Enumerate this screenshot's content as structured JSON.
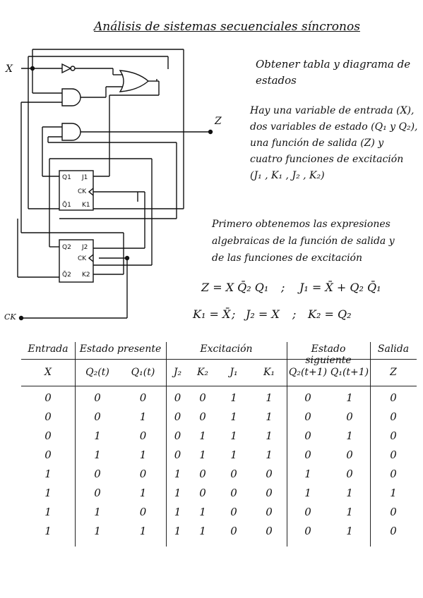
{
  "title": "Análisis de sistemas secuenciales síncronos",
  "intro": [
    "Obtener tabla y diagrama de",
    "estados"
  ],
  "description": [
    "Hay una variable de entrada (X),",
    "dos variables de estado (Q₁ y Q₂),",
    "una función de salida (Z) y",
    "cuatro funciones de excitación",
    "(J₁ , K₁ , J₂ , K₂)"
  ],
  "derivation": [
    "Primero obtenemos las expresiones",
    "algebraicas de la función de salida y",
    "de las funciones de excitación"
  ],
  "equations": {
    "z": "Z = X Q̄₂ Q₁",
    "sep1": ";",
    "j1": "J₁ = X̄ + Q₂ Q̄₁",
    "k1": "K₁ = X̄",
    "sep2": ";",
    "j2": "J₂ = X",
    "sep3": ";",
    "k2": "K₂ = Q₂"
  },
  "circuit": {
    "input_x": "X",
    "output_z": "Z",
    "clock": "CK",
    "ff1": {
      "q": "Q1",
      "qbar": "Q̄1",
      "j": "J1",
      "ck": "CK",
      "k": "K1"
    },
    "ff2": {
      "q": "Q2",
      "qbar": "Q̄2",
      "j": "J2",
      "ck": "CK",
      "k": "K2"
    }
  },
  "table": {
    "groups": [
      "Entrada",
      "Estado presente",
      "Excitación",
      "Estado siguiente",
      "Salida"
    ],
    "columns": [
      "X",
      "Q₂(t)",
      "Q₁(t)",
      "J₂",
      "K₂",
      "J₁",
      "K₁",
      "Q₂(t+1)",
      "Q₁(t+1)",
      "Z"
    ],
    "rows": [
      [
        "0",
        "0",
        "0",
        "0",
        "0",
        "1",
        "1",
        "0",
        "1",
        "0"
      ],
      [
        "0",
        "0",
        "1",
        "0",
        "0",
        "1",
        "1",
        "0",
        "0",
        "0"
      ],
      [
        "0",
        "1",
        "0",
        "0",
        "1",
        "1",
        "1",
        "0",
        "1",
        "0"
      ],
      [
        "0",
        "1",
        "1",
        "0",
        "1",
        "1",
        "1",
        "0",
        "0",
        "0"
      ],
      [
        "1",
        "0",
        "0",
        "1",
        "0",
        "0",
        "0",
        "1",
        "0",
        "0"
      ],
      [
        "1",
        "0",
        "1",
        "1",
        "0",
        "0",
        "0",
        "1",
        "1",
        "1"
      ],
      [
        "1",
        "1",
        "0",
        "1",
        "1",
        "0",
        "0",
        "0",
        "1",
        "0"
      ],
      [
        "1",
        "1",
        "1",
        "1",
        "1",
        "0",
        "0",
        "0",
        "1",
        "0"
      ]
    ]
  },
  "colors": {
    "ink": "#111111",
    "paper": "#ffffff"
  }
}
